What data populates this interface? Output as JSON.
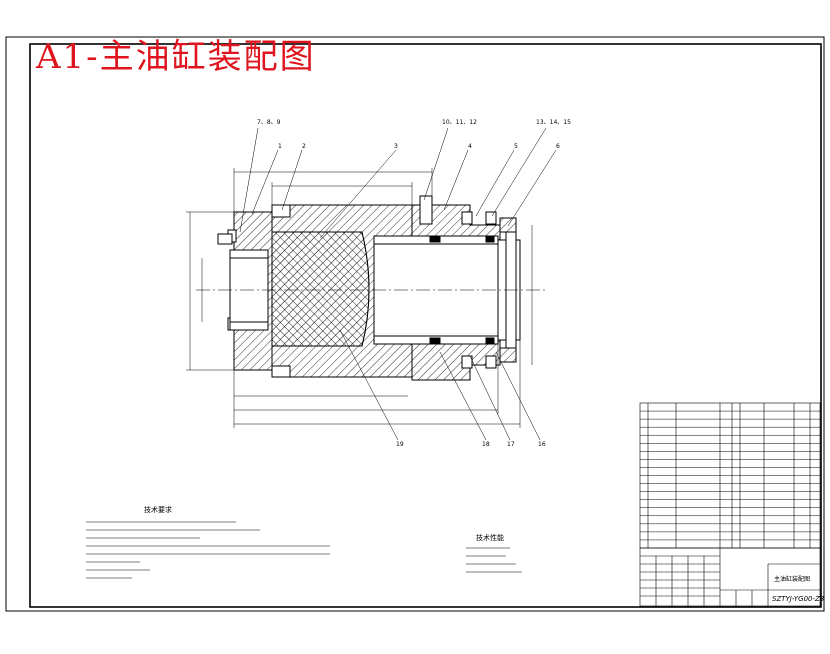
{
  "drawing": {
    "title": "A1-主油缸装配图",
    "title_color": "#e0141e",
    "line_color": "#000000"
  },
  "balloons": {
    "top": [
      "7、8、9",
      "1",
      "2",
      "3",
      "10、11、12",
      "4",
      "5",
      "13、14、15",
      "6"
    ],
    "bottom": [
      "19",
      "18",
      "17",
      "16"
    ]
  },
  "notes": {
    "heading": "技术要求"
  },
  "specs": {
    "heading": "技术性能"
  },
  "title_block": {
    "drawing_name": "主油缸装配图",
    "drawing_number": "SZTYJ-YG00-Z3"
  }
}
